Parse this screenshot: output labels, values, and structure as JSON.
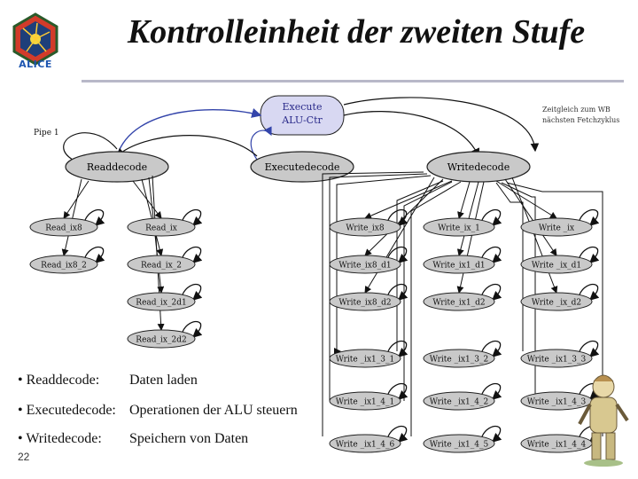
{
  "slide": {
    "title": "Kontrolleinheit der zweiten Stufe",
    "logo_text": "ALICE",
    "page_number": "22"
  },
  "diagram": {
    "execute_box": {
      "line1": "Execute",
      "line2": "ALU-Ctr"
    },
    "note": {
      "line1": "Zeitgleich zum WB",
      "line2": "nächsten Fetchzyklus"
    },
    "pipe_label": "Pipe 1",
    "main_states": [
      "Readdecode",
      "Executedecode",
      "Writedecode"
    ],
    "read_states": [
      "Read_ix8",
      "Read_ix",
      "Read_ix8_2",
      "Read_ix_2",
      "Read_ix_2d1",
      "Read_ix_2d2"
    ],
    "write_states": [
      "Write_ix8",
      "Write_ix_1",
      "Write _ix",
      "Write_ix8_d1",
      "Write_ix1_d1",
      "Write _ix_d1",
      "Write_ix8_d2",
      "Write_ix1_d2",
      "Write _ix_d2",
      "Write _ix1_3_1",
      "Write _ix1_3_2",
      "Write _ix1_3_3",
      "Write _ix1_4_1",
      "Write _ix1_4_2",
      "Write _ix1_4_3",
      "Write _ix1_4_6",
      "Write _ix1_4_5",
      "Write _ix1_4_4"
    ]
  },
  "bullets": [
    {
      "term": "• Readdecode:",
      "desc": "Daten laden"
    },
    {
      "term": "• Executedecode:",
      "desc": "Operationen der ALU steuern"
    },
    {
      "term": "• Writedecode:",
      "desc": "Speichern von Daten"
    }
  ],
  "colors": {
    "state_fill": "#c9c9c9",
    "execute_fill": "#d8d8f2",
    "execute_text": "#2a2a8a",
    "arrow": "#111111",
    "blue_arrow": "#3344aa"
  }
}
